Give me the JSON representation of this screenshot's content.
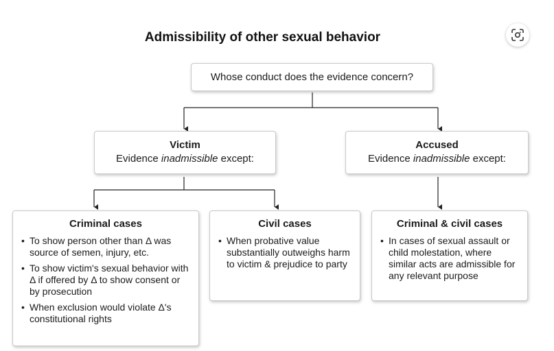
{
  "title": "Admissibility of other sexual behavior",
  "question": "Whose conduct does the evidence concern?",
  "victim": {
    "header": "Victim",
    "pre": "Evidence ",
    "emph": "inadmissible",
    "post": " except:"
  },
  "accused": {
    "header": "Accused",
    "pre": "Evidence ",
    "emph": "inadmissible",
    "post": " except:"
  },
  "criminal": {
    "header": "Criminal cases",
    "items": [
      "To show person other than Δ was source of semen, injury, etc.",
      "To show victim's sexual behavior with Δ if offered by Δ to show consent or by prosecution",
      "When exclusion would violate Δ's constitutional rights"
    ]
  },
  "civil": {
    "header": "Civil cases",
    "items": [
      "When probative value substantially outweighs harm to victim & prejudice to party"
    ]
  },
  "both": {
    "header": "Criminal & civil cases",
    "items": [
      "In cases of sexual assault or child molestation, where similar acts are admissible for any relevant purpose"
    ]
  },
  "icons": {
    "lens": "visual-search-icon"
  }
}
